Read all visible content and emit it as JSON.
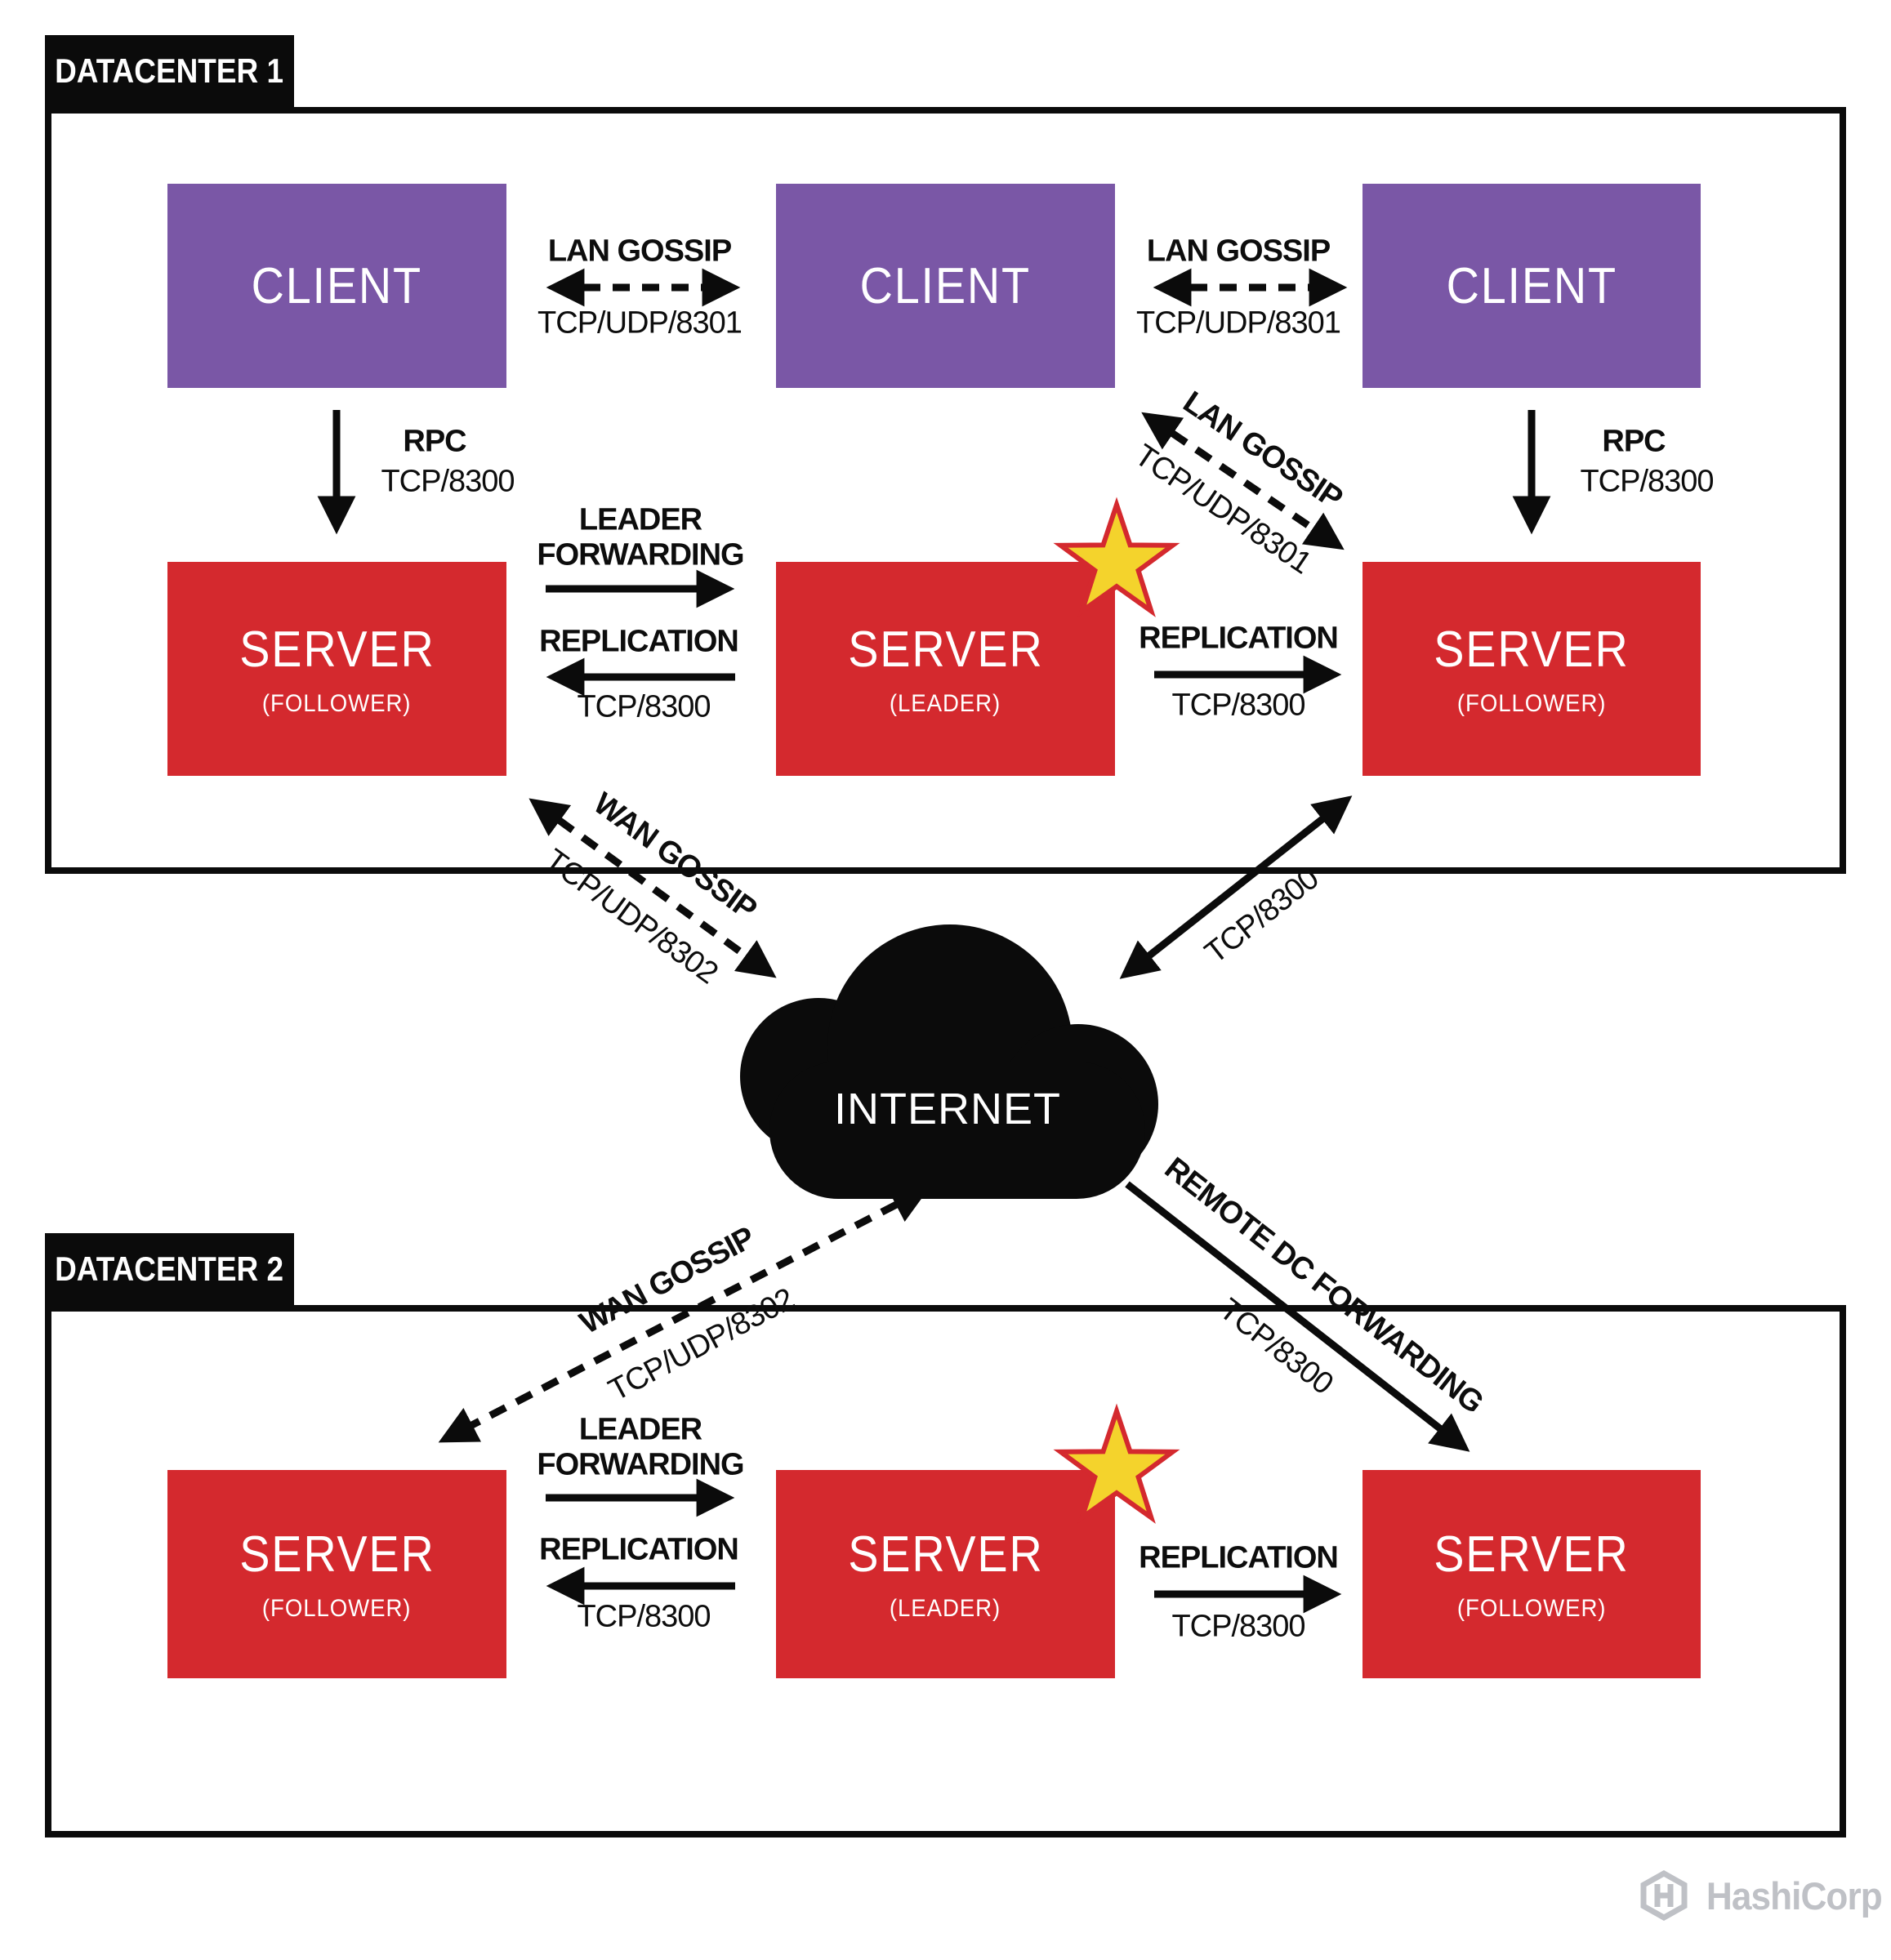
{
  "diagram": {
    "dc1": {
      "label": "DATACENTER 1",
      "clients": [
        {
          "label": "CLIENT"
        },
        {
          "label": "CLIENT"
        },
        {
          "label": "CLIENT"
        }
      ],
      "servers": [
        {
          "label": "SERVER",
          "role": "(FOLLOWER)"
        },
        {
          "label": "SERVER",
          "role": "(LEADER)"
        },
        {
          "label": "SERVER",
          "role": "(FOLLOWER)"
        }
      ],
      "edges": {
        "lan_gossip_left": {
          "title": "LAN GOSSIP",
          "port": "TCP/UDP/8301"
        },
        "lan_gossip_right": {
          "title": "LAN GOSSIP",
          "port": "TCP/UDP/8301"
        },
        "lan_gossip_diagonal": {
          "title": "LAN GOSSIP",
          "port": "TCP/UDP/8301"
        },
        "rpc_left": {
          "title": "RPC",
          "port": "TCP/8300"
        },
        "rpc_right": {
          "title": "RPC",
          "port": "TCP/8300"
        },
        "leader_forwarding": {
          "title_line1": "LEADER",
          "title_line2": "FORWARDING"
        },
        "replication_left": {
          "title": "REPLICATION",
          "port": "TCP/8300"
        },
        "replication_right": {
          "title": "REPLICATION",
          "port": "TCP/8300"
        }
      }
    },
    "internet": {
      "label": "INTERNET"
    },
    "wan_edges": {
      "wan_gossip_dc1": {
        "title": "WAN GOSSIP",
        "port": "TCP/UDP/8302"
      },
      "tcp_8300_dc1": {
        "port": "TCP/8300"
      },
      "wan_gossip_dc2": {
        "title": "WAN GOSSIP",
        "port": "TCP/UDP/8302"
      },
      "remote_dc_forwarding": {
        "title": "REMOTE DC FORWARDING",
        "port": "TCP/8300"
      }
    },
    "dc2": {
      "label": "DATACENTER 2",
      "servers": [
        {
          "label": "SERVER",
          "role": "(FOLLOWER)"
        },
        {
          "label": "SERVER",
          "role": "(LEADER)"
        },
        {
          "label": "SERVER",
          "role": "(FOLLOWER)"
        }
      ],
      "edges": {
        "leader_forwarding": {
          "title_line1": "LEADER",
          "title_line2": "FORWARDING"
        },
        "replication_left": {
          "title": "REPLICATION",
          "port": "TCP/8300"
        },
        "replication_right": {
          "title": "REPLICATION",
          "port": "TCP/8300"
        }
      }
    },
    "footer": {
      "brand": "HashiCorp"
    },
    "colors": {
      "client_purple": "#7a57a6",
      "server_red": "#d4292e",
      "star_yellow": "#f4d32c",
      "line_black": "#0b0b0b",
      "logo_gray": "#bfc1c6"
    }
  }
}
